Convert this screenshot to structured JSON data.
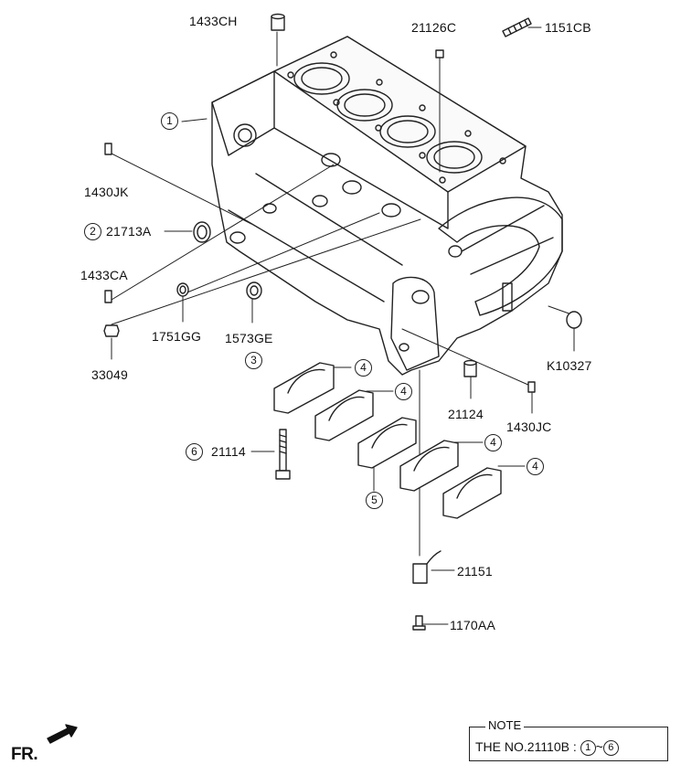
{
  "labels": {
    "l1433CH": "1433CH",
    "l21126C": "21126C",
    "l1151CB": "1151CB",
    "l1430JK": "1430JK",
    "l21713A": "21713A",
    "l1433CA": "1433CA",
    "l1751GG": "1751GG",
    "l1573GE": "1573GE",
    "l33049": "33049",
    "lK10327": "K10327",
    "l21124": "21124",
    "l1430JC": "1430JC",
    "l21114": "21114",
    "l21151": "21151",
    "l1170AA": "1170AA"
  },
  "callouts": {
    "c1": "1",
    "c2": "2",
    "c3": "3",
    "c4a": "4",
    "c4b": "4",
    "c4c": "4",
    "c4d": "4",
    "c5": "5",
    "c6": "6"
  },
  "note": {
    "title": "NOTE",
    "text_prefix": "THE NO.21110B :",
    "range_start": "1",
    "range_sep": "~",
    "range_end": "6"
  },
  "direction": {
    "label": "FR."
  }
}
